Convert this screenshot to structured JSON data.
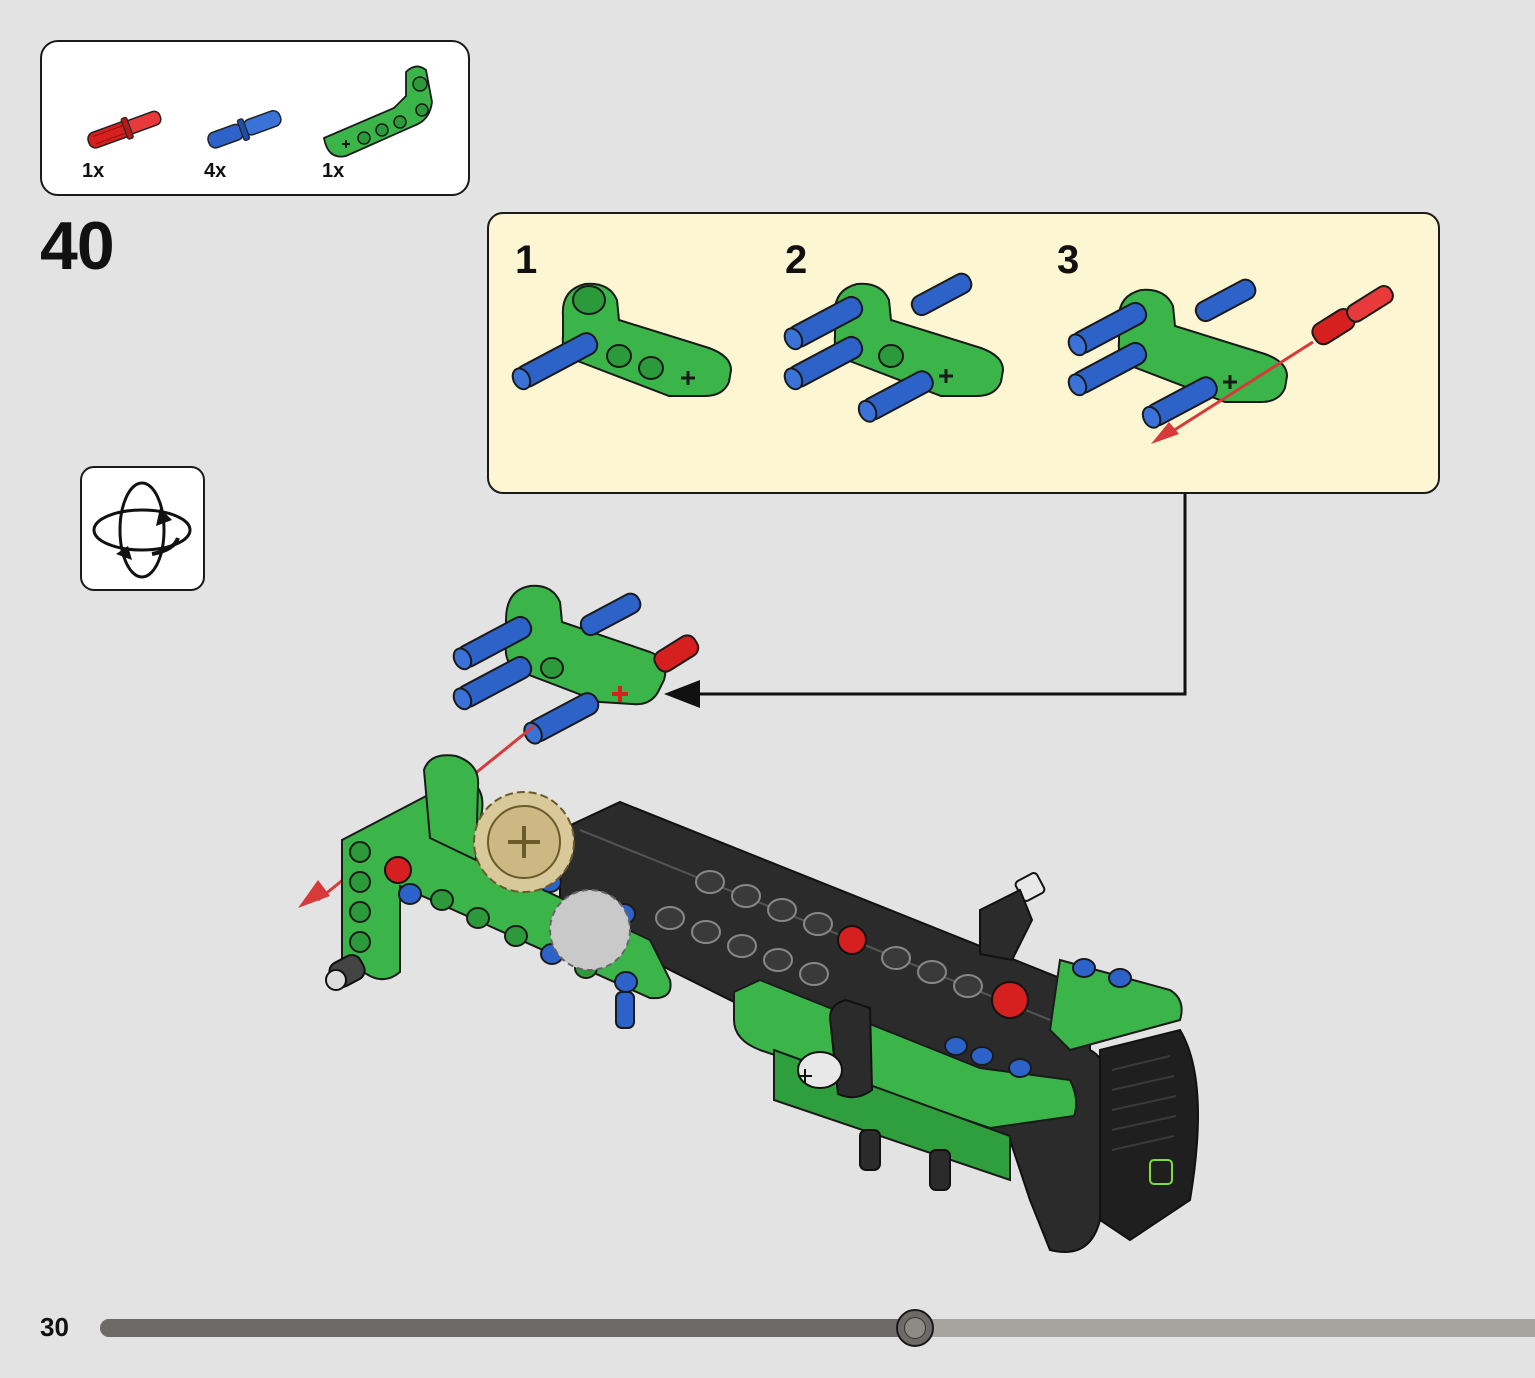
{
  "parts_list": {
    "items": [
      {
        "qty": "1x",
        "icon": "red-axle-pin-icon",
        "color": "#d62020"
      },
      {
        "qty": "4x",
        "icon": "blue-axle-pin-icon",
        "color": "#2d62c8"
      },
      {
        "qty": "1x",
        "icon": "green-l-beam-icon",
        "color": "#3bb54a"
      }
    ]
  },
  "step": {
    "number": "40"
  },
  "substeps": [
    {
      "number": "1"
    },
    {
      "number": "2"
    },
    {
      "number": "3"
    }
  ],
  "footer": {
    "page_number": "30",
    "progress_fraction": 0.568
  },
  "colors": {
    "background": "#e3e3e3",
    "callout_background": "#fdf6d2",
    "green": "#3bb54a",
    "blue": "#2d62c8",
    "red": "#d62020",
    "black_part": "#2b2b2b",
    "tan_gear": "#d8c89a",
    "arrow": "#d63a3a"
  }
}
